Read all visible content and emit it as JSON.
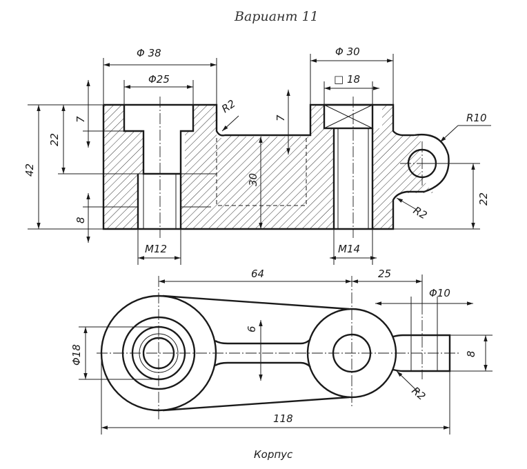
{
  "title": "Вариант 11",
  "caption": "Корпус",
  "front_view": {
    "dims": {
      "d38": "Φ 38",
      "d25": "Φ25",
      "d30": "Φ 30",
      "sq18": "□ 18",
      "h42": "42",
      "h22": "22",
      "h7_left": "7",
      "h8": "8",
      "h30": "30",
      "h7_right": "7",
      "h22_right": "22",
      "r2_top": "R2",
      "r10": "R10",
      "r2_bottom": "R2",
      "m12": "M12",
      "m14": "M14"
    }
  },
  "top_view": {
    "dims": {
      "l64": "64",
      "l25": "25",
      "d10": "Φ10",
      "d18": "Φ18",
      "w6": "6",
      "w8": "8",
      "r2": "R2",
      "l118": "118"
    }
  }
}
